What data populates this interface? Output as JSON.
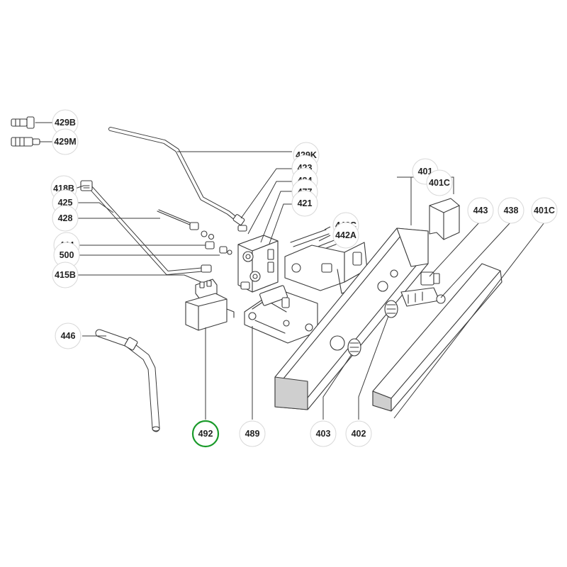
{
  "diagram": {
    "highlight_color": "#1a9a2a",
    "callouts": [
      {
        "id": "429B",
        "label": "429B",
        "highlighted": false
      },
      {
        "id": "429M",
        "label": "429M",
        "highlighted": false
      },
      {
        "id": "429K",
        "label": "429K",
        "highlighted": false
      },
      {
        "id": "423",
        "label": "423",
        "highlighted": false
      },
      {
        "id": "424",
        "label": "424",
        "highlighted": false
      },
      {
        "id": "477",
        "label": "477",
        "highlighted": false
      },
      {
        "id": "421",
        "label": "421",
        "highlighted": false
      },
      {
        "id": "418B",
        "label": "418B",
        "highlighted": false
      },
      {
        "id": "425",
        "label": "425",
        "highlighted": false
      },
      {
        "id": "428",
        "label": "428",
        "highlighted": false
      },
      {
        "id": "442C",
        "label": "442C",
        "highlighted": false
      },
      {
        "id": "442A",
        "label": "442A",
        "highlighted": false
      },
      {
        "id": "444",
        "label": "444",
        "highlighted": false
      },
      {
        "id": "500",
        "label": "500",
        "highlighted": false
      },
      {
        "id": "415B",
        "label": "415B",
        "highlighted": false
      },
      {
        "id": "446",
        "label": "446",
        "highlighted": false
      },
      {
        "id": "401",
        "label": "401",
        "highlighted": false
      },
      {
        "id": "401C-a",
        "label": "401C",
        "highlighted": false
      },
      {
        "id": "443",
        "label": "443",
        "highlighted": false
      },
      {
        "id": "438",
        "label": "438",
        "highlighted": false
      },
      {
        "id": "401C-b",
        "label": "401C",
        "highlighted": false
      },
      {
        "id": "492",
        "label": "492",
        "highlighted": true
      },
      {
        "id": "489",
        "label": "489",
        "highlighted": false
      },
      {
        "id": "403",
        "label": "403",
        "highlighted": false
      },
      {
        "id": "402",
        "label": "402",
        "highlighted": false
      }
    ]
  }
}
